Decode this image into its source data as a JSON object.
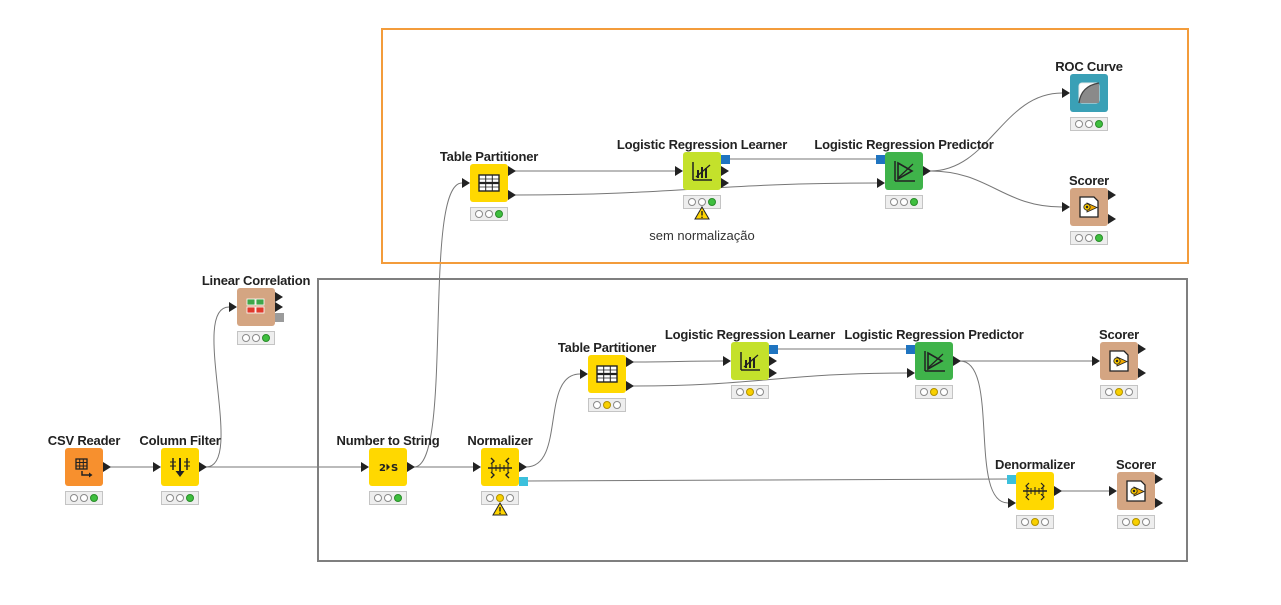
{
  "colors": {
    "annotation_orange": "#f39c3b",
    "annotation_gray": "#7f7f7f",
    "connection": "#777777",
    "source": "#f7902e",
    "manipulator": "#ffd800",
    "learner": "#c4e12b",
    "predictor": "#3fb34a",
    "visualizer": "#3aa0b6",
    "other": "#d4a582",
    "port_blue": "#1f74c0",
    "port_cyan": "#3cc0dc",
    "port_gray": "#9b9b9b"
  },
  "annotations": [
    {
      "id": "annotation-orange",
      "color": "#f39c3b"
    },
    {
      "id": "annotation-gray",
      "color": "#7f7f7f"
    }
  ],
  "nodes": [
    {
      "id": "csv-reader",
      "label": "CSV Reader",
      "type": "source",
      "icon": "csv-reader-icon",
      "status": [
        "off",
        "off",
        "green"
      ],
      "warning": false
    },
    {
      "id": "column-filter",
      "label": "Column Filter",
      "type": "manipulator",
      "icon": "column-filter-icon",
      "status": [
        "off",
        "off",
        "green"
      ],
      "warning": false
    },
    {
      "id": "linear-correlation",
      "label": "Linear Correlation",
      "type": "other",
      "icon": "linear-correlation-icon",
      "status": [
        "off",
        "off",
        "green"
      ],
      "warning": false
    },
    {
      "id": "number-to-string",
      "label": "Number to String",
      "type": "manipulator",
      "icon": "number-to-string-icon",
      "status": [
        "off",
        "off",
        "green"
      ],
      "warning": false
    },
    {
      "id": "normalizer",
      "label": "Normalizer",
      "type": "manipulator",
      "icon": "normalizer-icon",
      "status": [
        "off",
        "yellow",
        "off"
      ],
      "warning": true
    },
    {
      "id": "table-partitioner-1",
      "label": "Table Partitioner",
      "type": "manipulator",
      "icon": "table-partitioner-icon",
      "status": [
        "off",
        "off",
        "green"
      ],
      "warning": false
    },
    {
      "id": "lr-learner-1",
      "label": "Logistic Regression Learner",
      "type": "learner",
      "icon": "lr-learner-icon",
      "status": [
        "off",
        "off",
        "green"
      ],
      "warning": true
    },
    {
      "id": "lr-predictor-1",
      "label": "Logistic Regression Predictor",
      "type": "predictor",
      "icon": "lr-predictor-icon",
      "status": [
        "off",
        "off",
        "green"
      ],
      "warning": false
    },
    {
      "id": "roc-curve",
      "label": "ROC Curve",
      "type": "visualizer",
      "icon": "roc-curve-icon",
      "status": [
        "off",
        "off",
        "green"
      ],
      "warning": false
    },
    {
      "id": "scorer-1",
      "label": "Scorer",
      "type": "other",
      "icon": "scorer-icon",
      "status": [
        "off",
        "off",
        "green"
      ],
      "warning": false
    },
    {
      "id": "table-partitioner-2",
      "label": "Table Partitioner",
      "type": "manipulator",
      "icon": "table-partitioner-icon",
      "status": [
        "off",
        "yellow",
        "off"
      ],
      "warning": false
    },
    {
      "id": "lr-learner-2",
      "label": "Logistic Regression Learner",
      "type": "learner",
      "icon": "lr-learner-icon",
      "status": [
        "off",
        "yellow",
        "off"
      ],
      "warning": false
    },
    {
      "id": "lr-predictor-2",
      "label": "Logistic Regression Predictor",
      "type": "predictor",
      "icon": "lr-predictor-icon",
      "status": [
        "off",
        "yellow",
        "off"
      ],
      "warning": false
    },
    {
      "id": "scorer-2",
      "label": "Scorer",
      "type": "other",
      "icon": "scorer-icon",
      "status": [
        "off",
        "yellow",
        "off"
      ],
      "warning": false
    },
    {
      "id": "denormalizer",
      "label": "Denormalizer",
      "type": "manipulator",
      "icon": "denormalizer-icon",
      "status": [
        "off",
        "yellow",
        "off"
      ],
      "warning": false
    },
    {
      "id": "scorer-3",
      "label": "Scorer",
      "type": "other",
      "icon": "scorer-icon",
      "status": [
        "off",
        "yellow",
        "off"
      ],
      "warning": false
    }
  ],
  "notes": [
    {
      "id": "note-sem-normalizacao",
      "text": "sem normalização"
    }
  ]
}
